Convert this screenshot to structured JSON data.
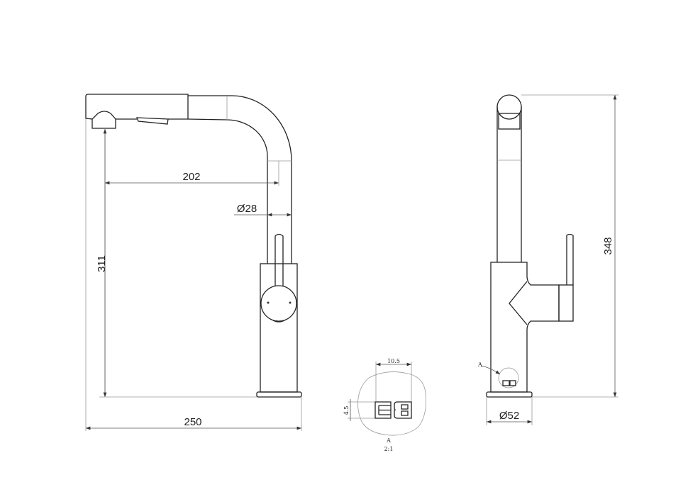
{
  "drawing": {
    "front_view": {
      "dim_spout_reach": "202",
      "dim_pipe_diameter": "Ø28",
      "dim_spout_height": "311",
      "dim_overall_reach": "250"
    },
    "side_view": {
      "dim_total_height": "348",
      "dim_base_diameter": "Ø52",
      "detail_callout": "A"
    },
    "detail_view": {
      "dim_width": "10.5",
      "dim_height": "4.5",
      "label": "A",
      "scale": "2:1",
      "marking": "EB"
    }
  }
}
